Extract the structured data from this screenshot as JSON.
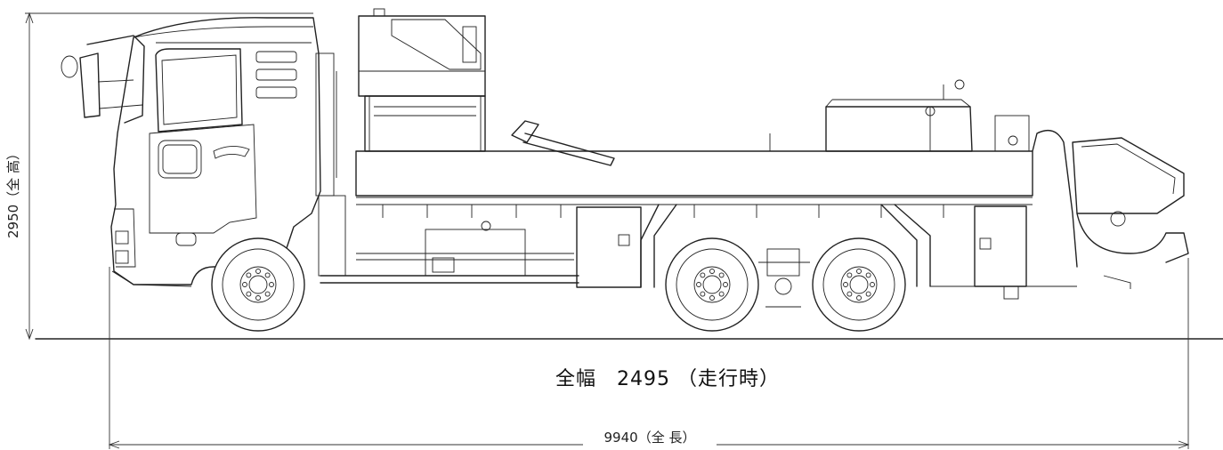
{
  "dimensions": {
    "height_label": "2950（全 高）",
    "length_label": "9940（全 長）",
    "width_label": "全幅　2495 （走行時）"
  },
  "values_mm": {
    "overall_height": 2950,
    "overall_length": 9940,
    "overall_width": 2495
  }
}
